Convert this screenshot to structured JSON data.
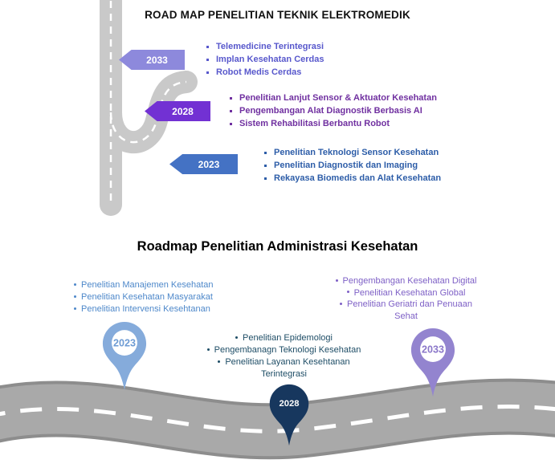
{
  "top": {
    "title": "ROAD MAP PENELITIAN TEKNIK ELEKTROMEDIK",
    "milestones": [
      {
        "year": "2033",
        "banner_color": "#8d89dc",
        "text_color": "#5858cc",
        "items": [
          "Telemedicine Terintegrasi",
          "Implan Kesehatan Cerdas",
          "Robot Medis Cerdas"
        ]
      },
      {
        "year": "2028",
        "banner_color": "#7231d3",
        "text_color": "#7030a0",
        "items": [
          "Penelitian Lanjut Sensor & Aktuator Kesehatan",
          "Pengembangan Alat Diagnostik Berbasis AI",
          "Sistem Rehabilitasi Berbantu Robot"
        ]
      },
      {
        "year": "2023",
        "banner_color": "#4472c4",
        "text_color": "#2d5da8",
        "items": [
          "Penelitian Teknologi Sensor Kesehatan",
          "Penelitian Diagnostik dan Imaging",
          "Rekayasa Biomedis dan Alat Kesehatan"
        ]
      }
    ]
  },
  "bottom": {
    "title": "Roadmap Penelitian Administrasi Kesehatan",
    "milestones": [
      {
        "year": "2023",
        "pin_color": "#85abdb",
        "text_color": "#4e88ca",
        "items": [
          "Penelitian Manajemen Kesehatan",
          "Penelitian Kesehatan Masyarakat",
          "Penelitian Intervensi Kesehtanan"
        ]
      },
      {
        "year": "2028",
        "pin_color": "#17375e",
        "text_color": "#1e4d66",
        "items": [
          "Penelitian Epidemologi",
          "Pengembanagn Teknologi Kesehatan",
          "Penelitian Layanan Kesehtanan Terintegrasi"
        ]
      },
      {
        "year": "2033",
        "pin_color": "#9384cf",
        "text_color": "#7e60c6",
        "items": [
          "Pengembangan Kesehatan Digital",
          "Penelitian Kesehatan Global",
          "Penelitian Geriatri dan Penuaan Sehat"
        ]
      }
    ]
  },
  "road_color_top": "#c9c9c9",
  "road_color_bottom": "#a9a9a9"
}
